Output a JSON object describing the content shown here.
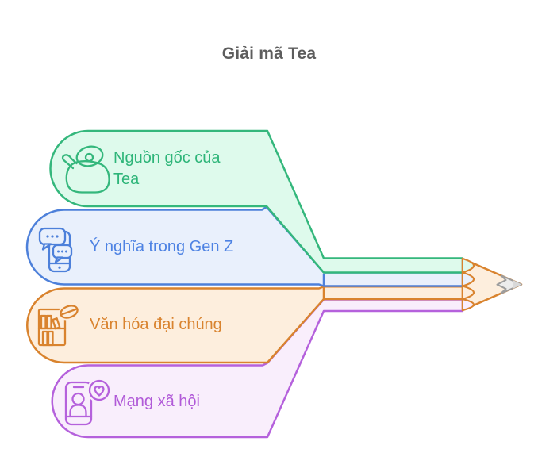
{
  "title": "Giải mã Tea",
  "title_color": "#5d5d5d",
  "topics": [
    {
      "label": "Nguồn gốc của Tea",
      "icon": "teapot-icon",
      "border": "#34b77c",
      "fill": "#defaec",
      "text_color": "#2eb579"
    },
    {
      "label": "Ý nghĩa trong Gen Z",
      "icon": "chat-phone-icon",
      "border": "#4d80da",
      "fill": "#e9f0fc",
      "text_color": "#4d82e3"
    },
    {
      "label": "Văn hóa đại chúng",
      "icon": "bookshelf-icon",
      "border": "#d9832e",
      "fill": "#fdeedd",
      "text_color": "#d9832e"
    },
    {
      "label": "Mạng xã hội",
      "icon": "phone-heart-icon",
      "border": "#b561dc",
      "fill": "#f9eefc",
      "text_color": "#b15ad8"
    }
  ],
  "pencil": {
    "wood_fill": "#fdeedd",
    "wood_stroke": "#d9832e",
    "graphite_fill": "#ececec",
    "graphite_dark": "#d9d9d9",
    "graphite_stroke": "#9d9d9d"
  }
}
